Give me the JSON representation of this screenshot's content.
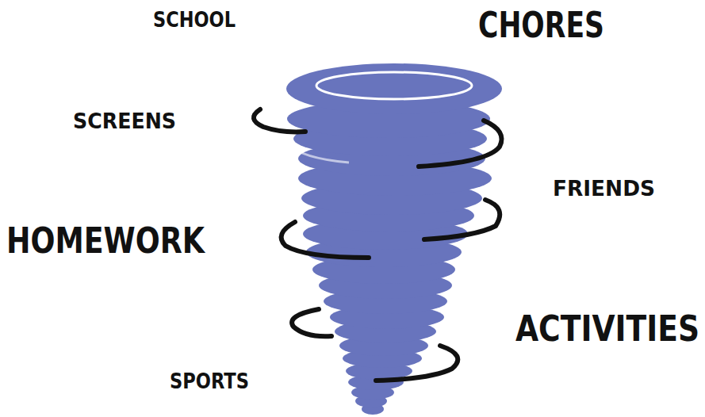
{
  "diagram": {
    "labels": [
      "SCHOOL",
      "CHORES",
      "SCREENS",
      "FRIENDS",
      "HOMEWORK",
      "ACTIVITIES",
      "SPORTS"
    ]
  }
}
